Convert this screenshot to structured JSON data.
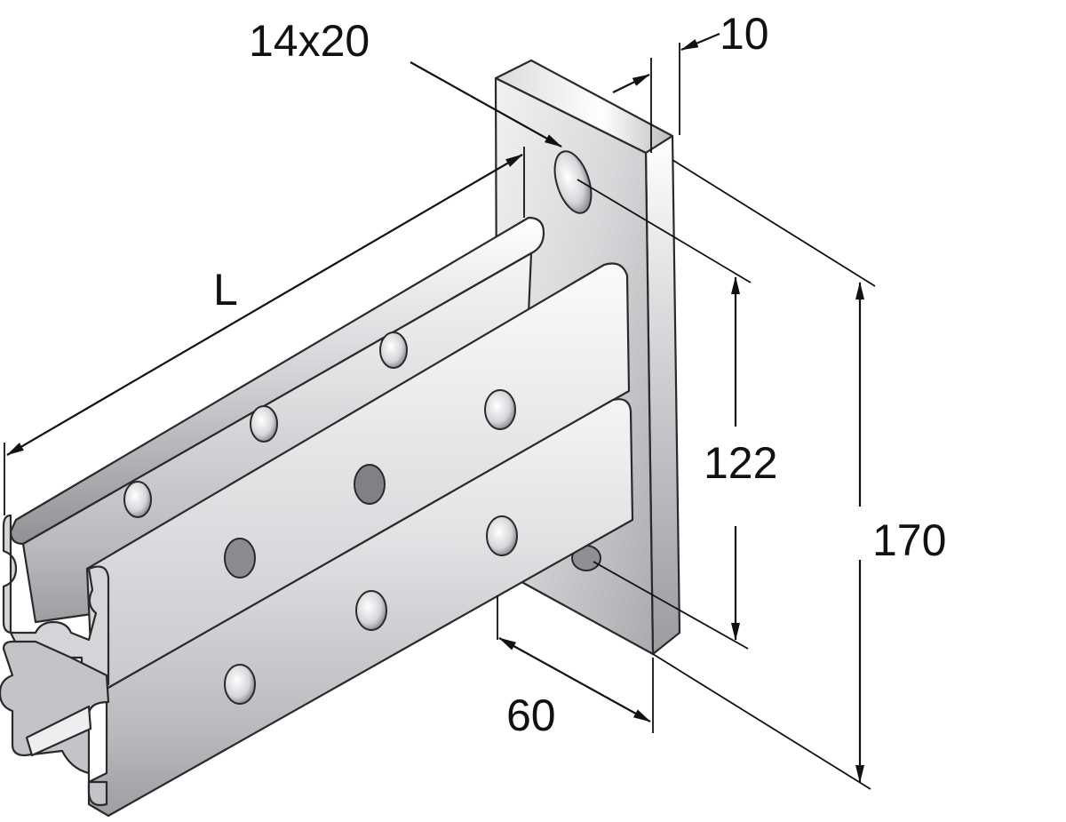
{
  "diagram": {
    "subject": "dual-channel cantilever bracket with base plate",
    "dimensions": {
      "slot": "14x20",
      "plate_thickness": "10",
      "length": "L",
      "hole_spacing": "122",
      "plate_height": "170",
      "plate_width": "60"
    },
    "colors": {
      "metal_light": "#e8e9eb",
      "metal_mid": "#c4c6c9",
      "metal_dark": "#8e9094",
      "outline": "#2a2a2a",
      "dimension": "#111111"
    }
  }
}
